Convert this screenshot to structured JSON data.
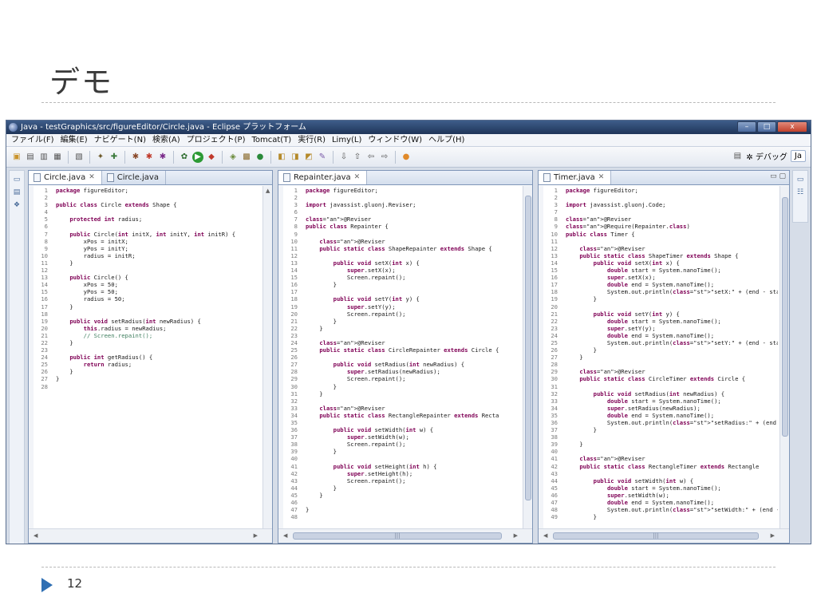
{
  "slide": {
    "title": "デモ",
    "page_number": "12"
  },
  "window": {
    "title": "Java - testGraphics/src/figureEditor/Circle.java - Eclipse プラットフォーム",
    "controls": [
      "–",
      "□",
      "x"
    ]
  },
  "menubar": {
    "items": [
      "ファイル(F)",
      "編集(E)",
      "ナビゲート(N)",
      "検索(A)",
      "プロジェクト(P)",
      "Tomcat(T)",
      "実行(R)",
      "Limy(L)",
      "ウィンドウ(W)",
      "ヘルプ(H)"
    ]
  },
  "toolbar": {
    "debug_label": "デバッグ",
    "java_label": "Ja"
  },
  "panes": [
    {
      "tabs": [
        "Circle.java",
        "Circle.java"
      ],
      "line_numbers": "1\n2\n3\n4\n5\n6\n7\n8\n9\n10\n11\n12\n13\n14\n15\n16\n17\n18\n19\n20\n21\n22\n23\n24\n25\n26\n27\n28",
      "code_lines": [
        "package figureEditor;",
        "",
        "public class Circle extends Shape {",
        "",
        "    protected int radius;",
        "",
        "    public Circle(int initX, int initY, int initR) {",
        "        xPos = initX;",
        "        yPos = initY;",
        "        radius = initR;",
        "    }",
        "",
        "    public Circle() {",
        "        xPos = 50;",
        "        yPos = 50;",
        "        radius = 50;",
        "    }",
        "",
        "    public void setRadius(int newRadius) {",
        "        this.radius = newRadius;",
        "        // Screen.repaint();",
        "    }",
        "",
        "    public int getRadius() {",
        "        return radius;",
        "    }",
        "}",
        ""
      ]
    },
    {
      "tabs": [
        "Repainter.java"
      ],
      "line_numbers": "1\n2\n3\n6\n7\n8\n9\n10\n11\n12\n13\n14\n15\n16\n17\n18\n19\n20\n21\n22\n23\n24\n25\n26\n27\n28\n29\n30\n31\n32\n33\n34\n35\n36\n37\n38\n39\n40\n41\n42\n43\n44\n45\n46\n47\n48",
      "code_lines": [
        "package figureEditor;",
        "",
        "import javassist.gluonj.Reviser;",
        "",
        "@Reviser",
        "public class Repainter {",
        "",
        "    @Reviser",
        "    public static class ShapeRepainter extends Shape {",
        "",
        "        public void setX(int x) {",
        "            super.setX(x);",
        "            Screen.repaint();",
        "        }",
        "",
        "        public void setY(int y) {",
        "            super.setY(y);",
        "            Screen.repaint();",
        "        }",
        "    }",
        "",
        "    @Reviser",
        "    public static class CircleRepainter extends Circle {",
        "",
        "        public void setRadius(int newRadius) {",
        "            super.setRadius(newRadius);",
        "            Screen.repaint();",
        "        }",
        "    }",
        "",
        "    @Reviser",
        "    public static class RectangleRepainter extends Recta",
        "",
        "        public void setWidth(int w) {",
        "            super.setWidth(w);",
        "            Screen.repaint();",
        "        }",
        "",
        "        public void setHeight(int h) {",
        "            super.setHeight(h);",
        "            Screen.repaint();",
        "        }",
        "    }",
        "",
        "}",
        ""
      ]
    },
    {
      "tabs": [
        "Timer.java"
      ],
      "line_numbers": "1\n2\n3\n7\n8\n9\n10\n11\n12\n13\n14\n15\n16\n17\n18\n19\n20\n21\n22\n23\n24\n25\n26\n27\n28\n29\n30\n31\n32\n33\n34\n35\n36\n37\n38\n39\n40\n41\n42\n43\n44\n45\n46\n47\n48\n49",
      "code_lines": [
        "package figureEditor;",
        "",
        "import javassist.gluonj.Code;",
        "",
        "@Reviser",
        "@Require(Repainter.class)",
        "public class Timer {",
        "",
        "    @Reviser",
        "    public static class ShapeTimer extends Shape {",
        "        public void setX(int x) {",
        "            double start = System.nanoTime();",
        "            super.setX(x);",
        "            double end = System.nanoTime();",
        "            System.out.println(\"setX:\" + (end - start) +",
        "        }",
        "",
        "        public void setY(int y) {",
        "            double start = System.nanoTime();",
        "            super.setY(y);",
        "            double end = System.nanoTime();",
        "            System.out.println(\"setY:\" + (end - start) +",
        "        }",
        "    }",
        "",
        "    @Reviser",
        "    public static class CircleTimer extends Circle {",
        "",
        "        public void setRadius(int newRadius) {",
        "            double start = System.nanoTime();",
        "            super.setRadius(newRadius);",
        "            double end = System.nanoTime();",
        "            System.out.println(\"setRadius:\" + (end - sta",
        "        }",
        "",
        "    }",
        "",
        "    @Reviser",
        "    public static class RectangleTimer extends Rectangle",
        "",
        "        public void setWidth(int w) {",
        "            double start = System.nanoTime();",
        "            super.setWidth(w);",
        "            double end = System.nanoTime();",
        "            System.out.println(\"setWidth:\" + (end - star",
        "        }"
      ]
    }
  ],
  "colors": {
    "keyword": "#7f0055",
    "string": "#2a00ff",
    "comment": "#3f7f5f",
    "titlebar": "#1f3559",
    "accent": "#2f6fb3"
  }
}
